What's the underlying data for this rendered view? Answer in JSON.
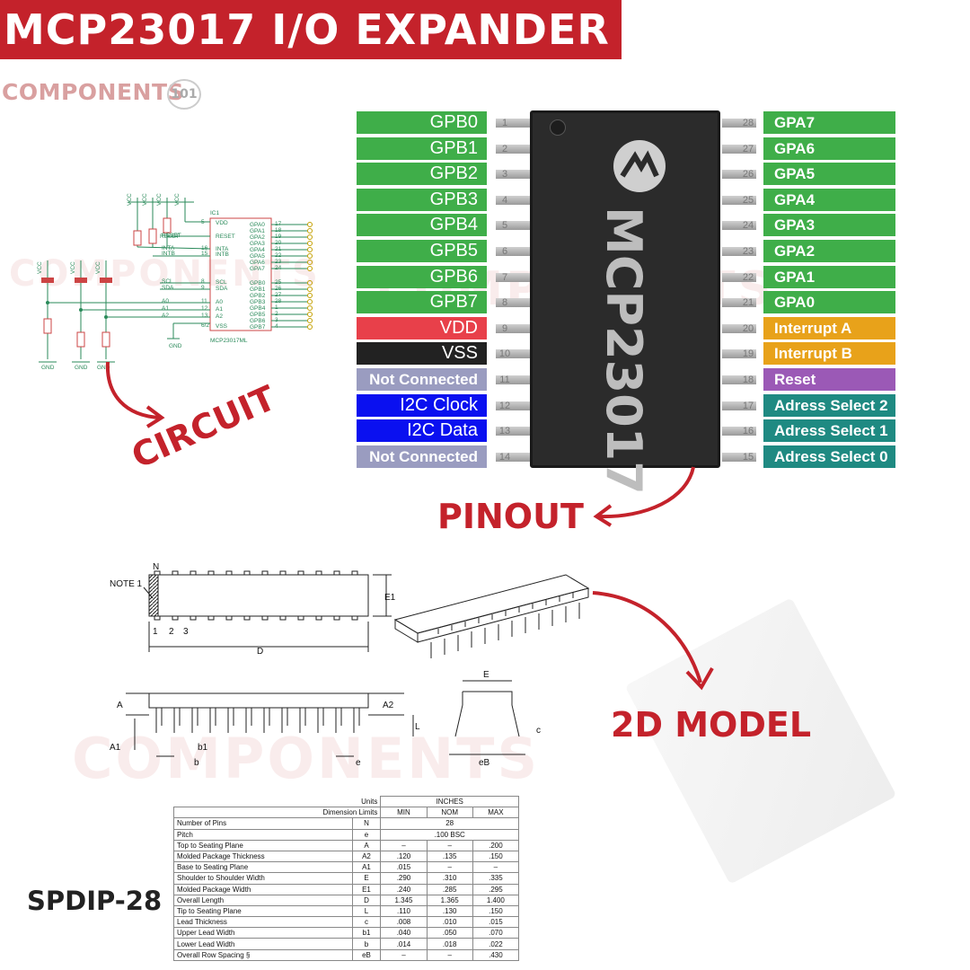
{
  "title": "MCP23017 I/O EXPANDER",
  "brand": {
    "name": "COMPONENTS",
    "number": "101"
  },
  "watermark": "COMPONENTS",
  "callouts": {
    "circuit": "CIRCUIT",
    "pinout": "PINOUT",
    "model": "2D MODEL",
    "package": "SPDIP-28"
  },
  "colors": {
    "title_bg": "#c4222b",
    "gpio": "#3fae49",
    "vdd": "#e8404a",
    "vss": "#222222",
    "nc": "#9a9cc0",
    "i2c": "#0a10f0",
    "interrupt": "#e8a21a",
    "reset": "#9b59b6",
    "address": "#1f8a82"
  },
  "chip": {
    "name": "MCP23017",
    "logo": "microchip-logo-icon"
  },
  "pins_left": [
    {
      "num": "1",
      "label": "GPB0",
      "kind": "gpio"
    },
    {
      "num": "2",
      "label": "GPB1",
      "kind": "gpio"
    },
    {
      "num": "3",
      "label": "GPB2",
      "kind": "gpio"
    },
    {
      "num": "4",
      "label": "GPB3",
      "kind": "gpio"
    },
    {
      "num": "5",
      "label": "GPB4",
      "kind": "gpio"
    },
    {
      "num": "6",
      "label": "GPB5",
      "kind": "gpio"
    },
    {
      "num": "7",
      "label": "GPB6",
      "kind": "gpio"
    },
    {
      "num": "8",
      "label": "GPB7",
      "kind": "gpio"
    },
    {
      "num": "9",
      "label": "VDD",
      "kind": "vdd"
    },
    {
      "num": "10",
      "label": "VSS",
      "kind": "vss"
    },
    {
      "num": "11",
      "label": "Not Connected",
      "kind": "nc"
    },
    {
      "num": "12",
      "label": "I2C Clock",
      "kind": "i2c"
    },
    {
      "num": "13",
      "label": "I2C Data",
      "kind": "i2c"
    },
    {
      "num": "14",
      "label": "Not Connected",
      "kind": "nc"
    }
  ],
  "pins_right": [
    {
      "num": "28",
      "label": "GPA7",
      "kind": "gpio"
    },
    {
      "num": "27",
      "label": "GPA6",
      "kind": "gpio"
    },
    {
      "num": "26",
      "label": "GPA5",
      "kind": "gpio"
    },
    {
      "num": "25",
      "label": "GPA4",
      "kind": "gpio"
    },
    {
      "num": "24",
      "label": "GPA3",
      "kind": "gpio"
    },
    {
      "num": "23",
      "label": "GPA2",
      "kind": "gpio"
    },
    {
      "num": "22",
      "label": "GPA1",
      "kind": "gpio"
    },
    {
      "num": "21",
      "label": "GPA0",
      "kind": "gpio"
    },
    {
      "num": "20",
      "label": "Interrupt A",
      "kind": "interrupt"
    },
    {
      "num": "19",
      "label": "Interrupt B",
      "kind": "interrupt"
    },
    {
      "num": "18",
      "label": "Reset",
      "kind": "reset"
    },
    {
      "num": "17",
      "label": "Adress Select 2",
      "kind": "address"
    },
    {
      "num": "16",
      "label": "Adress Select 1",
      "kind": "address"
    },
    {
      "num": "15",
      "label": "Adress Select 0",
      "kind": "address"
    }
  ],
  "schematic": {
    "ic_ref": "IC1",
    "ic_name": "MCP23017ML",
    "vcc": "VCC",
    "gnd": "GND",
    "reset": "RESET",
    "left_pins": [
      "VDD",
      "RESET",
      "INTA",
      "INTB",
      "SCL",
      "SDA",
      "A0",
      "A1",
      "A2",
      "VSS"
    ],
    "left_nums": [
      "5",
      "",
      "16",
      "15",
      "8",
      "9",
      "11",
      "12",
      "13",
      "6/2"
    ],
    "left_nets": [
      "",
      "RESET",
      "INTA",
      "INTB",
      "SCL",
      "SDA",
      "A0",
      "A1",
      "A2",
      ""
    ],
    "right_pins": [
      "GPA0",
      "GPA1",
      "GPA2",
      "GPA3",
      "GPA4",
      "GPA5",
      "GPA6",
      "GPA7",
      "GPB0",
      "GPB1",
      "GPB2",
      "GPB3",
      "GPB4",
      "GPB5",
      "GPB6",
      "GPB7"
    ],
    "right_nums": [
      "17",
      "18",
      "19",
      "20",
      "21",
      "22",
      "23",
      "24",
      "25",
      "26",
      "27",
      "28",
      "1",
      "2",
      "3",
      "4"
    ]
  },
  "drawing": {
    "note": "NOTE 1",
    "n": "N",
    "pins": [
      "1",
      "2",
      "3"
    ],
    "dims": [
      "E1",
      "D",
      "A",
      "A2",
      "L",
      "A1",
      "b1",
      "b",
      "e",
      "E",
      "c",
      "eB"
    ]
  },
  "dim_table": {
    "units_label": "Units",
    "units": "INCHES",
    "limits_label": "Dimension Limits",
    "cols": [
      "MIN",
      "NOM",
      "MAX"
    ],
    "rows": [
      [
        "Number of Pins",
        "N",
        "",
        "28",
        ""
      ],
      [
        "Pitch",
        "e",
        "",
        ".100 BSC",
        ""
      ],
      [
        "Top to Seating Plane",
        "A",
        "–",
        "–",
        ".200"
      ],
      [
        "Molded Package Thickness",
        "A2",
        ".120",
        ".135",
        ".150"
      ],
      [
        "Base to Seating Plane",
        "A1",
        ".015",
        "–",
        "–"
      ],
      [
        "Shoulder to Shoulder Width",
        "E",
        ".290",
        ".310",
        ".335"
      ],
      [
        "Molded Package Width",
        "E1",
        ".240",
        ".285",
        ".295"
      ],
      [
        "Overall Length",
        "D",
        "1.345",
        "1.365",
        "1.400"
      ],
      [
        "Tip to Seating Plane",
        "L",
        ".110",
        ".130",
        ".150"
      ],
      [
        "Lead Thickness",
        "c",
        ".008",
        ".010",
        ".015"
      ],
      [
        "Upper Lead Width",
        "b1",
        ".040",
        ".050",
        ".070"
      ],
      [
        "Lower Lead Width",
        "b",
        ".014",
        ".018",
        ".022"
      ],
      [
        "Overall Row Spacing  §",
        "eB",
        "–",
        "–",
        ".430"
      ]
    ]
  }
}
